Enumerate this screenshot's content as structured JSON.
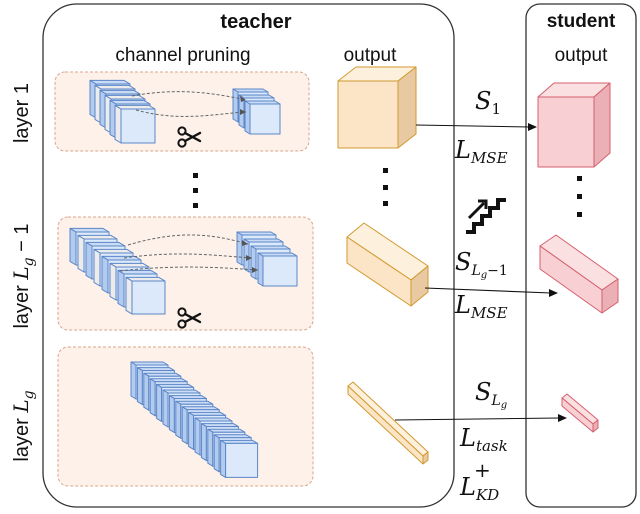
{
  "teacher": {
    "title": "teacher",
    "channel_pruning_label": "channel pruning",
    "output_label": "output"
  },
  "student": {
    "title": "student",
    "output_label": "output"
  },
  "layers": [
    {
      "prefix": "layer ",
      "math": "1",
      "sub": ""
    },
    {
      "prefix": "layer ",
      "math": "L",
      "sub": "g",
      "suffix": " − 1"
    },
    {
      "prefix": "layer ",
      "math": "L",
      "sub": "g"
    }
  ],
  "connections": [
    {
      "s_main": "S",
      "s_sub": "1",
      "s_subsub": "",
      "s_tail": "",
      "loss_main": "L",
      "loss_sub": "MSE",
      "loss_sup": ""
    },
    {
      "s_main": "S",
      "s_sub": "L",
      "s_subsub": "g",
      "s_tail": "−1",
      "loss_main": "L",
      "loss_sub": "MSE",
      "loss_sup": ""
    },
    {
      "s_main": "S",
      "s_sub": "L",
      "s_subsub": "g",
      "s_tail": "",
      "loss_main": "L",
      "loss_sub": "task",
      "loss_sup": "",
      "loss2_main": "L",
      "loss2_sub": "KD",
      "loss2_sup": "+"
    }
  ],
  "colors": {
    "pruning_bg": "#fdf1ea",
    "pruning_border": "#d9a68a",
    "blue_front": "#dbe9fb",
    "blue_top": "#c9dbf5",
    "blue_side": "#b3cbee",
    "blue_stroke": "#5b86c8",
    "gray_face": "#ececec",
    "orange_front": "#fce5c6",
    "orange_top": "#fdf0dd",
    "orange_side": "#e8c9a1",
    "orange_stroke": "#d19a2f",
    "red_front": "#f8cfd2",
    "red_top": "#fbe0e2",
    "red_side": "#eab0b6",
    "red_stroke": "#d4606d"
  },
  "icons": [
    "scissors-icon",
    "scissors-icon",
    "staircase-icon"
  ]
}
